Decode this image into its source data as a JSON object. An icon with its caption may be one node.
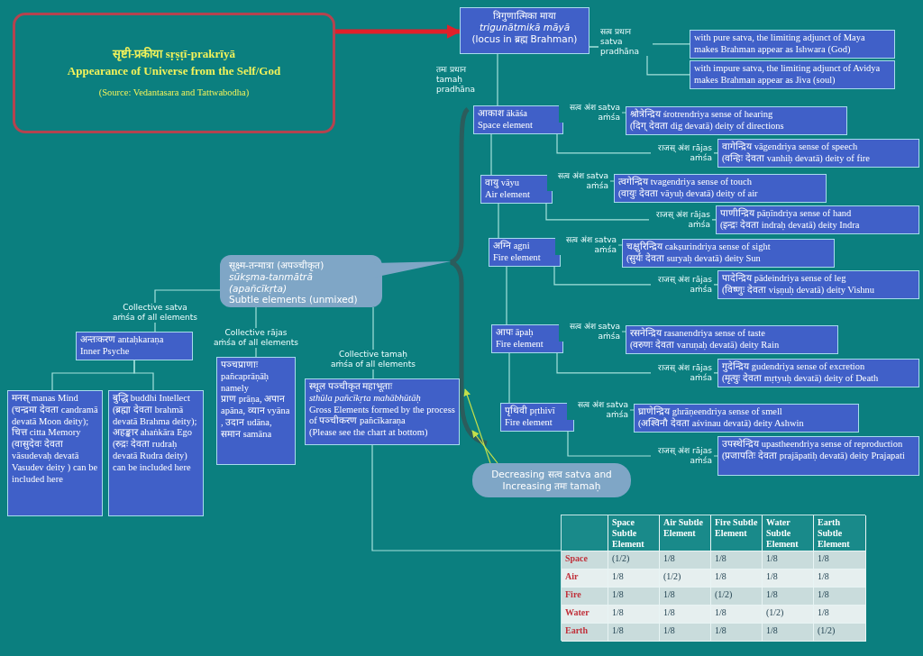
{
  "diagram": {
    "nodes": [
      {
        "text": [
          "सृष्टी-प्रकीया sṛṣṭī-prakrīyā",
          "Appearance of Universe from the Self/God",
          "(Source: Vedantasara and Tattwabodha)"
        ]
      },
      {
        "text": [
          "त्रिगुणात्मिका माया",
          "trigunātmikā māyā",
          "(locus in ब्रह्म Brahman)"
        ]
      },
      {
        "text": [
          "with pure satva, the limiting adjunct of Maya makes Brahman appear as Ishwara (God)"
        ]
      },
      {
        "text": [
          "with impure satva, the limiting adjunct of Avidya makes Brahman appear as Jiva (soul)"
        ]
      },
      {
        "text": [
          "आकाश ākāśa",
          "Space element"
        ]
      },
      {
        "text": [
          "श्रोत्रेन्द्रिय śrotrendriya sense of hearing",
          "(दिग् देवता dig devatā) deity of directions"
        ]
      },
      {
        "text": [
          "वागेन्द्रिय vāgendriya sense of speech",
          "(वन्हिः देवता vanhiḥ devatā) deity of fire"
        ]
      },
      {
        "text": [
          "वायु vāyu",
          "Air element"
        ]
      },
      {
        "text": [
          "त्वगेन्द्रिय tvagendriya sense of touch",
          "(वायुः देवता vāyuḥ devatā) deity of air"
        ]
      },
      {
        "text": [
          "पाणीन्द्रिय pāṇīndriya sense of hand",
          "(इन्द्रः देवता indraḥ devatā) deity Indra"
        ]
      },
      {
        "text": [
          "अग्नि agni",
          "Fire element"
        ]
      },
      {
        "text": [
          "चक्षुरिन्द्रिय cakṣurindriya sense of sight",
          "(सुर्यः देवता suryaḥ devatā) deity Sun"
        ]
      },
      {
        "text": [
          "पादेन्द्रिय pādeindriya sense of leg",
          "(विष्णुः देवता viṣṇuḥ devatā) deity Vishnu"
        ]
      },
      {
        "text": [
          "आपः āpaḥ",
          "Fire element"
        ]
      },
      {
        "text": [
          "रसनेन्द्रिय rasanendriya sense of taste",
          "(वरुणः देवता varuṇaḥ devatā) deity Rain"
        ]
      },
      {
        "text": [
          "गुदेन्द्रिय gudendriya sense of excretion",
          "(मृत्युः देवता mṛtyuḥ devatā) deity of Death"
        ]
      },
      {
        "text": [
          "पृथिवी pṛthivī",
          "Fire element"
        ]
      },
      {
        "text": [
          "घ्राणेन्द्रिय ghrāṇeendriya sense of smell",
          "(अश्विनौ देवता aśvinau devatā) deity Ashwin"
        ]
      },
      {
        "text": [
          "उपस्थेन्द्रिय upastheendriya sense of reproduction",
          "(प्रजापतिः देवता prajāpatiḥ devatā) deity Prajapati"
        ]
      },
      {
        "text": [
          "सूक्ष्म-तन्मात्रा (अपञ्चीकृत)",
          "sūkṣma-tanmātrā (apañcīkṛta)",
          "Subtle elements (unmixed)"
        ]
      },
      {
        "text": [
          "अन्तःकरण antaḥkaraṇa",
          "Inner Psyche"
        ]
      },
      {
        "text": [
          "मनस् manas Mind (चन्द्रमा देवता candramā devatā Moon deity);",
          "चित्त citta Memory (वासुदेवः देवता vāsudevaḥ devatā Vasudev deity ) can be included here"
        ]
      },
      {
        "text": [
          "बुद्धि buddhi Intellect (ब्रह्मा देवता brahmā devatā Brahma deity);",
          "अहङ्कार ahaṅkāra Ego (रुद्रः देवता rudraḥ devatā Rudra deity) can be included here"
        ]
      },
      {
        "text": [
          "पञ्चप्राणाः pañcaprāṇāḥ namely",
          "प्राण prāṇa, अपान apāna, व्यान vyāna , उदान udāna, समान samāna"
        ]
      },
      {
        "text": [
          "स्थूल पञ्चीकृत महाभूताः",
          "sthūla pañcīkṛta mahābhūtāḥ",
          "Gross Elements formed by the process of पञ्चीकरण pañcīkaraṇa",
          "(Please see the chart at bottom)"
        ]
      },
      {
        "text": [
          "Space Subtle Element",
          "Air Subtle Element",
          "Fire Subtle Element",
          "Water Subtle Element",
          "Earth Subtle Element",
          "Space",
          "(1/2)",
          "1/8",
          "1/8",
          "1/8",
          "1/8",
          "Air",
          "1/8",
          "(1/2)",
          "1/8",
          "1/8",
          "1/8",
          "Fire",
          "1/8",
          "1/8",
          "(1/2)",
          "1/8",
          "1/8",
          "Water",
          "1/8",
          "1/8",
          "1/8",
          "(1/2)",
          "1/8",
          "Earth",
          "1/8",
          "1/8",
          "1/8",
          "1/8",
          "(1/2)"
        ]
      },
      {
        "text": [
          "Decreasing सत्व satva and Increasing तमः tamaḥ"
        ]
      },
      {
        "text": [],
        "shape": "brace"
      }
    ],
    "edges": [
      {
        "from": 0,
        "to": 1,
        "arrow": "to",
        "style": "thick",
        "color": "#e0202a"
      },
      {
        "from": 1,
        "to": 2,
        "arrow": "none",
        "label": "सत्व प्रधान satva pradhāna"
      },
      {
        "from": 1,
        "to": 3,
        "arrow": "none"
      },
      {
        "from": 1,
        "to": 4,
        "arrow": "none",
        "label": "तमः प्रधान tamaḥ pradhāna"
      },
      {
        "from": 4,
        "to": 5,
        "arrow": "none",
        "label": "सत्व अंश satva aṁśa"
      },
      {
        "from": 4,
        "to": 6,
        "arrow": "none",
        "label": "राजस् अंश rājas aṁśa"
      },
      {
        "from": 4,
        "to": 7,
        "arrow": "none"
      },
      {
        "from": 7,
        "to": 8,
        "arrow": "none",
        "label": "सत्व अंश satva aṁśa"
      },
      {
        "from": 7,
        "to": 9,
        "arrow": "none",
        "label": "राजस् अंश rājas aṁśa"
      },
      {
        "from": 7,
        "to": 10,
        "arrow": "none"
      },
      {
        "from": 10,
        "to": 11,
        "arrow": "none",
        "label": "सत्व अंश satva aṁśa"
      },
      {
        "from": 10,
        "to": 12,
        "arrow": "none",
        "label": "राजस् अंश rājas aṁśa"
      },
      {
        "from": 10,
        "to": 13,
        "arrow": "none"
      },
      {
        "from": 13,
        "to": 14,
        "arrow": "none",
        "label": "सत्व अंश satva aṁśa"
      },
      {
        "from": 13,
        "to": 15,
        "arrow": "none",
        "label": "राजस् अंश rājas aṁśa"
      },
      {
        "from": 13,
        "to": 16,
        "arrow": "none"
      },
      {
        "from": 16,
        "to": 17,
        "arrow": "none",
        "label": "सत्व अंश satva aṁśa"
      },
      {
        "from": 16,
        "to": 18,
        "arrow": "none",
        "label": "राजस् अंश rājas aṁśa"
      },
      {
        "from": 19,
        "to": 20,
        "arrow": "none",
        "label": "Collective satva aṁśa of all elements"
      },
      {
        "from": 19,
        "to": 23,
        "arrow": "none",
        "label": "Collective rājas aṁśa of all elements"
      },
      {
        "from": 19,
        "to": 24,
        "arrow": "none",
        "label": "Collective tamaḥ aṁśa of all elements"
      },
      {
        "from": 20,
        "to": 21,
        "arrow": "none"
      },
      {
        "from": 20,
        "to": 22,
        "arrow": "none"
      },
      {
        "from": 24,
        "to": 25,
        "arrow": "none"
      },
      {
        "from": 26,
        "to": 27,
        "arrow": "to",
        "color": "#c4e04a"
      },
      {
        "from": 26,
        "to": 27,
        "arrow": "to",
        "color": "#c4e04a"
      }
    ]
  }
}
